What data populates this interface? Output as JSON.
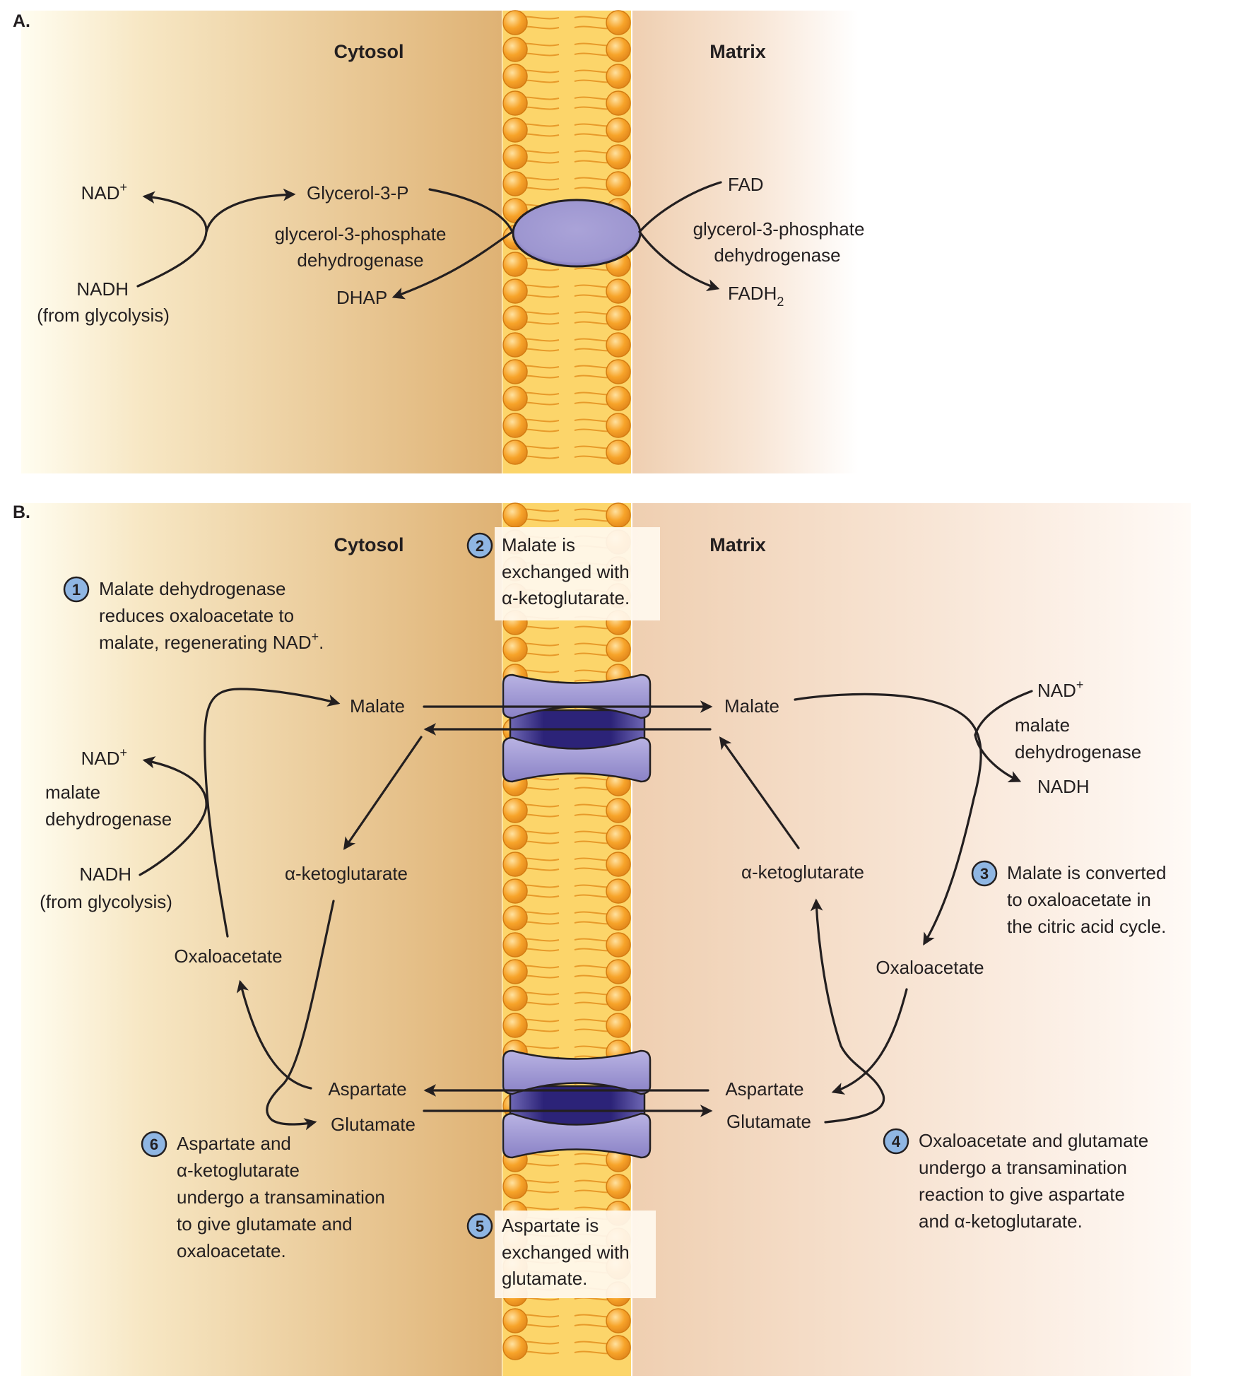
{
  "panelA": {
    "label": "A.",
    "cytosol": "Cytosol",
    "matrix": "Matrix",
    "nad_plus": "NAD",
    "nad_plus_sup": "+",
    "nadh": "NADH",
    "from_glycolysis": "(from glycolysis)",
    "glycerol3p": "Glycerol-3-P",
    "enzyme_cyt_line1": "glycerol-3-phosphate",
    "enzyme_cyt_line2": "dehydrogenase",
    "dhap": "DHAP",
    "fad": "FAD",
    "enzyme_mat_line1": "glycerol-3-phosphate",
    "enzyme_mat_line2": "dehydrogenase",
    "fadh2": "FADH",
    "fadh2_sub": "2"
  },
  "panelB": {
    "label": "B.",
    "cytosol": "Cytosol",
    "matrix": "Matrix",
    "steps": [
      {
        "num": "1",
        "lines": [
          "Malate dehydrogenase",
          "reduces oxaloacetate to",
          "malate, regenerating NAD"
        ],
        "sup": "+",
        "tail": "."
      },
      {
        "num": "2",
        "lines": [
          "Malate is",
          "exchanged with",
          "α-ketoglutarate."
        ]
      },
      {
        "num": "3",
        "lines": [
          "Malate is converted",
          "to oxaloacetate in",
          "the citric acid cycle."
        ]
      },
      {
        "num": "4",
        "lines": [
          "Oxaloacetate and glutamate",
          "undergo a transamination",
          "reaction to give aspartate",
          "and α-ketoglutarate."
        ]
      },
      {
        "num": "5",
        "lines": [
          "Aspartate is",
          "exchanged with",
          "glutamate."
        ]
      },
      {
        "num": "6",
        "lines": [
          "Aspartate and",
          "α-ketoglutarate",
          "undergo a transamination",
          "to give glutamate and",
          "oxaloacetate."
        ]
      }
    ],
    "cyt": {
      "malate": "Malate",
      "nad_plus": "NAD",
      "nad_plus_sup": "+",
      "enzyme_line1": "malate",
      "enzyme_line2": "dehydrogenase",
      "nadh": "NADH",
      "from_glycolysis": "(from glycolysis)",
      "akg": "α-ketoglutarate",
      "oxaloacetate": "Oxaloacetate",
      "aspartate": "Aspartate",
      "glutamate": "Glutamate"
    },
    "mat": {
      "malate": "Malate",
      "nad_plus": "NAD",
      "nad_plus_sup": "+",
      "enzyme_line1": "malate",
      "enzyme_line2": "dehydrogenase",
      "nadh": "NADH",
      "akg": "α-ketoglutarate",
      "oxaloacetate": "Oxaloacetate",
      "aspartate": "Aspartate",
      "glutamate": "Glutamate"
    }
  },
  "colors": {
    "cytosol_tan": "#e2b67a",
    "matrix_peach": "#f2d5bb",
    "lipid_head": "#f5a020",
    "lipid_tail": "#fcd56a",
    "protein_purple": "#9b94d0",
    "protein_dark": "#3a2f8a",
    "step_circle": "#8fb6e3"
  }
}
